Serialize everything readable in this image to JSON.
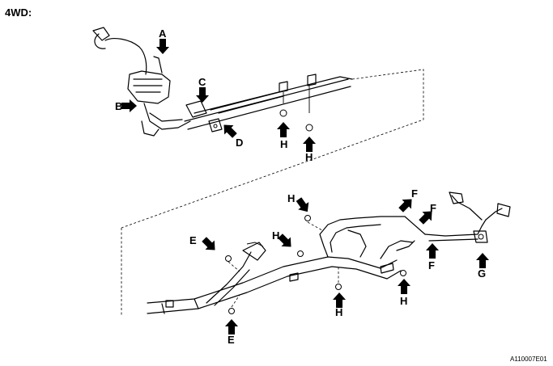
{
  "title": "4WD:",
  "figure_code": "A110007E01",
  "callouts": [
    "A",
    "B",
    "C",
    "D",
    "H",
    "H",
    "H",
    "F",
    "F",
    "F",
    "E",
    "H",
    "G",
    "E",
    "H",
    "H"
  ],
  "arrow_icon": "filled-block-arrow",
  "colors": {
    "line": "#000000",
    "background": "#ffffff"
  }
}
